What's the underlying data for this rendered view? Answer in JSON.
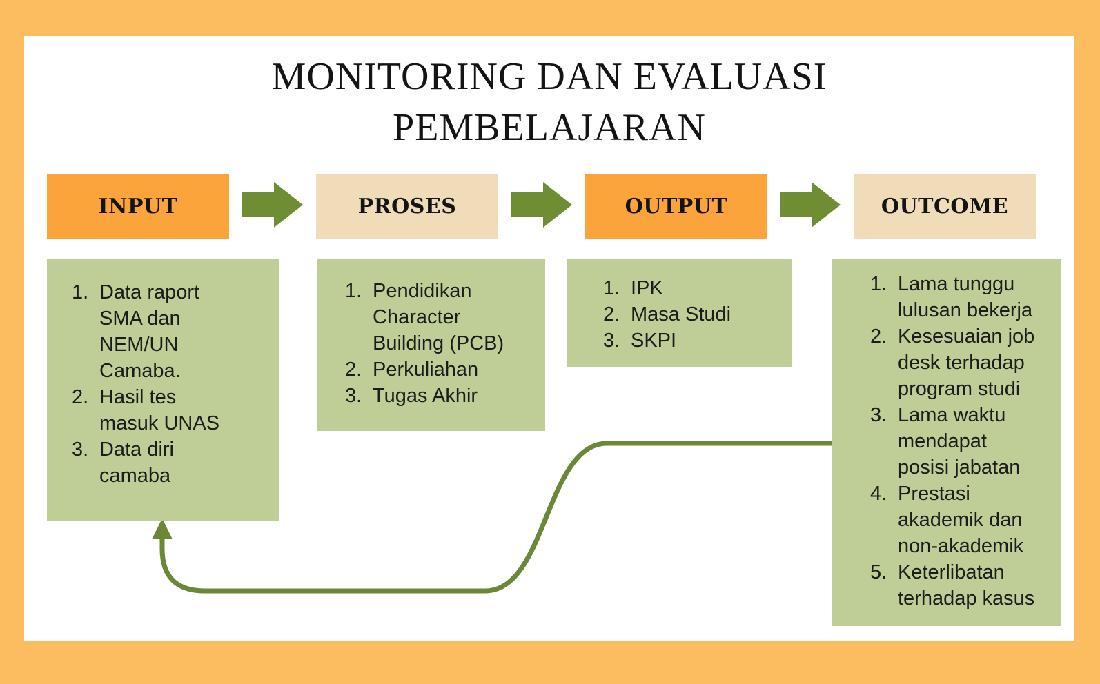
{
  "title": {
    "line1": "MONITORING DAN EVALUASI",
    "line2": "PEMBELAJARAN"
  },
  "colors": {
    "frame_orange": "#FCBC60",
    "header_orange": "#FCA43C",
    "header_beige": "#F0DCB8",
    "list_box_green": "#BECE96",
    "flow_arrow_green": "#6F8D33",
    "feedback_line_green": "#6C8738",
    "text_color": "#1C1C1C",
    "background": "#FFFFFF"
  },
  "columns": [
    {
      "header": "INPUT",
      "header_style": "orange",
      "items": [
        "Data raport SMA dan NEM/UN Camaba.",
        "Hasil tes masuk UNAS",
        "Data diri camaba"
      ]
    },
    {
      "header": "PROSES",
      "header_style": "beige",
      "items": [
        "Pendidikan Character Building (PCB)",
        "Perkuliahan",
        "Tugas Akhir"
      ]
    },
    {
      "header": "OUTPUT",
      "header_style": "orange",
      "items": [
        "IPK",
        "Masa Studi",
        "SKPI"
      ]
    },
    {
      "header": "OUTCOME",
      "header_style": "beige",
      "items": [
        "Lama tunggu lulusan bekerja",
        "Kesesuaian job desk terhadap program studi",
        "Lama waktu mendapat posisi jabatan",
        "Prestasi akademik dan non-akademik",
        "Keterlibatan terhadap kasus"
      ]
    }
  ],
  "connectors": {
    "flow_arrow_icons": [
      "right-arrow-icon",
      "right-arrow-icon",
      "right-arrow-icon"
    ],
    "feedback_arrow_icon": "up-arrow-icon"
  }
}
